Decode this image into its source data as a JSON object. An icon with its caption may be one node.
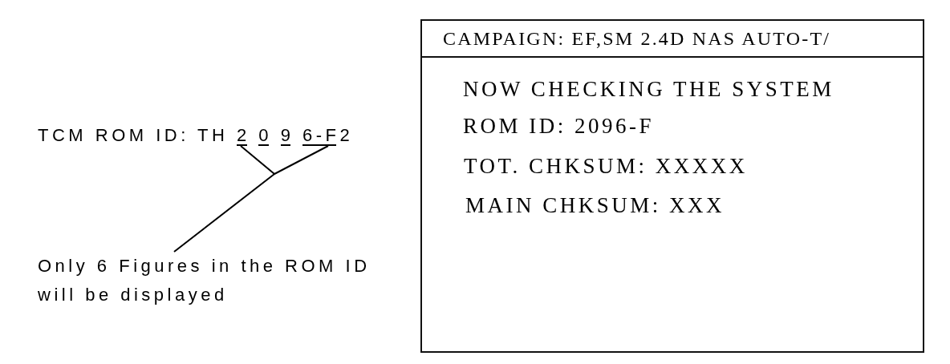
{
  "diagram": {
    "nodes": [
      {
        "text": [
          "TCM ROM ID: TH 2 0 9 6-F2"
        ]
      },
      {
        "text": [
          "Only 6 Figures in the ROM ID will be displayed"
        ]
      },
      {
        "text": [
          "CAMPAIGN: EF,SM 2.4D NAS AUTO-T/",
          "NOW CHECKING THE SYSTEM",
          "ROM ID: 2096-F",
          "TOT. CHKSUM: XXXXX",
          "MAIN CHKSUM: XXX"
        ]
      }
    ],
    "edges": [
      {
        "from": 1,
        "to": 0,
        "arrow": "none"
      }
    ]
  }
}
